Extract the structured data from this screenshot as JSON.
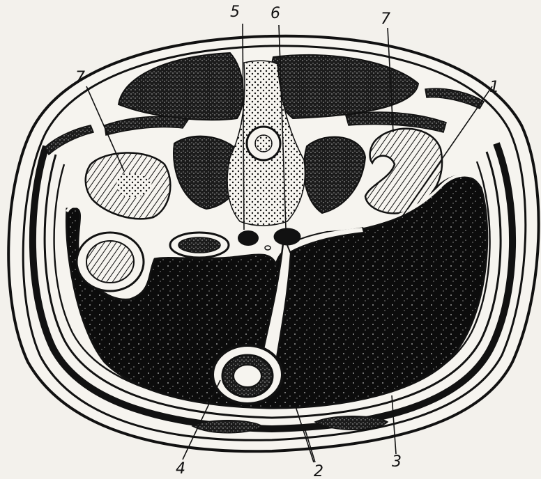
{
  "figure": {
    "labels": [
      {
        "id": "label-1",
        "text": "1"
      },
      {
        "id": "label-2",
        "text": "2"
      },
      {
        "id": "label-3",
        "text": "3"
      },
      {
        "id": "label-4",
        "text": "4"
      },
      {
        "id": "label-5",
        "text": "5"
      },
      {
        "id": "label-6",
        "text": "6"
      },
      {
        "id": "label-7-left",
        "text": "7"
      },
      {
        "id": "label-7-right",
        "text": "7"
      }
    ],
    "colors": {
      "ink": "#111111",
      "paper": "#f3f1ec",
      "stipple": "#1a1a1a"
    }
  }
}
